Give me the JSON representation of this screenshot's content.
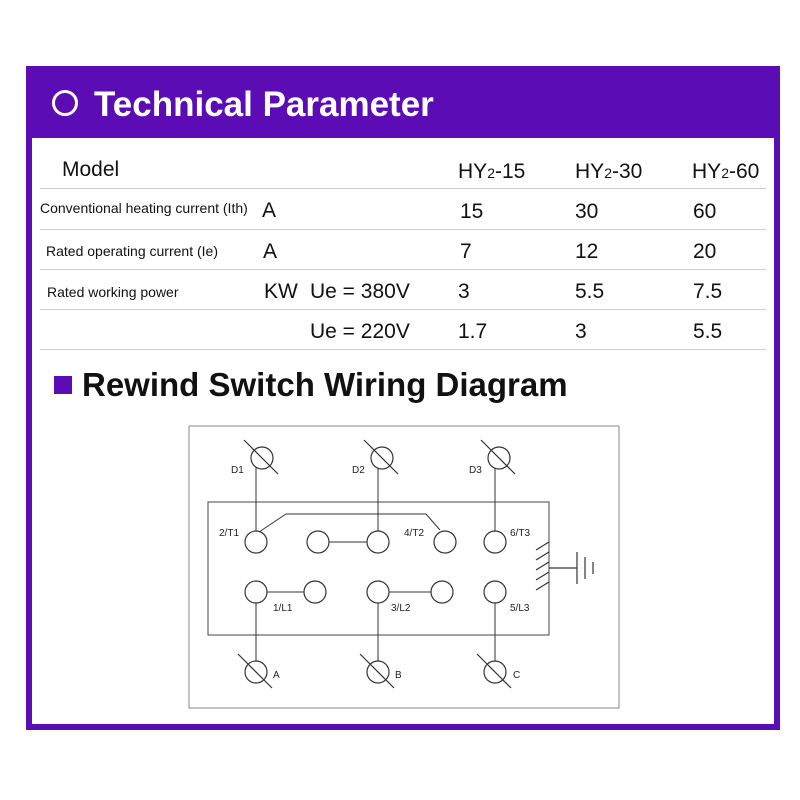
{
  "header": {
    "title": "Technical Parameter"
  },
  "table": {
    "model_label": "Model",
    "models": [
      {
        "base": "HY",
        "sub": "2",
        "suffix": "-15"
      },
      {
        "base": "HY",
        "sub": "2",
        "suffix": "-30"
      },
      {
        "base": "HY",
        "sub": "2",
        "suffix": "-60"
      }
    ],
    "rows": [
      {
        "label": "Conventional heating current (Ith)",
        "unit": "A",
        "cond": "",
        "values": [
          "15",
          "30",
          "60"
        ]
      },
      {
        "label": "Rated operating current (Ie)",
        "unit": "A",
        "cond": "",
        "values": [
          "7",
          "12",
          "20"
        ]
      },
      {
        "label": "Rated working power",
        "unit": "KW",
        "cond": "Ue = 380V",
        "values": [
          "3",
          "5.5",
          "7.5"
        ]
      },
      {
        "label": "",
        "unit": "",
        "cond": "Ue = 220V",
        "values": [
          "1.7",
          "3",
          "5.5"
        ]
      }
    ]
  },
  "wiring": {
    "title": "Rewind Switch Wiring Diagram",
    "top_labels": [
      "D1",
      "D2",
      "D3"
    ],
    "upper_labels": [
      "2/T1",
      "4/T2",
      "6/T3"
    ],
    "lower_labels": [
      "1/L1",
      "3/L2",
      "5/L3"
    ],
    "bottom_labels": [
      "A",
      "B",
      "C"
    ]
  },
  "colors": {
    "accent": "#5b0cb5"
  }
}
